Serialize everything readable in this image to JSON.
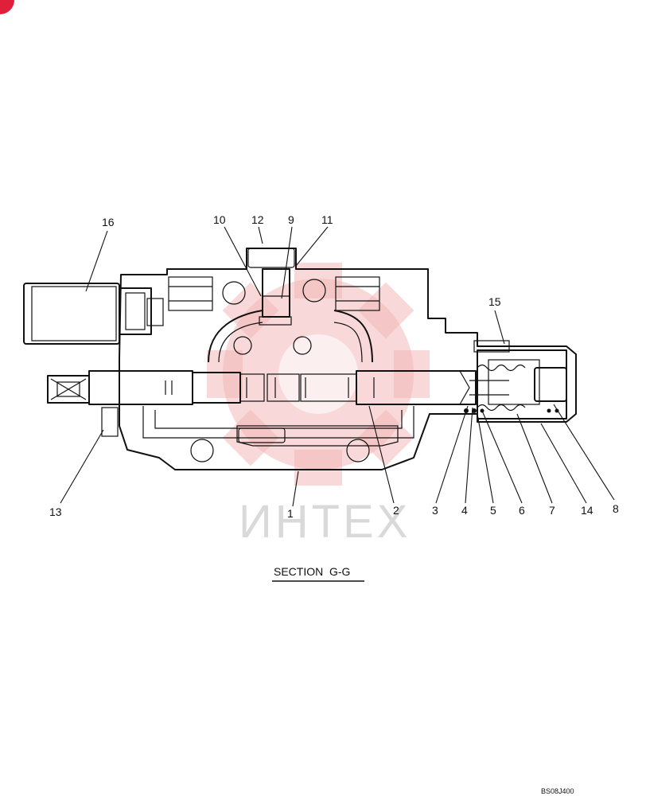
{
  "title": "SECTION  G-G",
  "drawing_code": "BS08J400",
  "watermark": "ИНТЕХ",
  "colors": {
    "line": "#111111",
    "watermark_gear": "#f2b8b8",
    "watermark_text": "#d9d9d9",
    "corner_mark": "#e0203a"
  },
  "callouts": [
    {
      "id": "c1",
      "label": "1"
    },
    {
      "id": "c2",
      "label": "2"
    },
    {
      "id": "c3",
      "label": "3"
    },
    {
      "id": "c4",
      "label": "4"
    },
    {
      "id": "c5",
      "label": "5"
    },
    {
      "id": "c6",
      "label": "6"
    },
    {
      "id": "c7",
      "label": "7"
    },
    {
      "id": "c8",
      "label": "8"
    },
    {
      "id": "c9",
      "label": "9"
    },
    {
      "id": "c10",
      "label": "10"
    },
    {
      "id": "c11",
      "label": "11"
    },
    {
      "id": "c12",
      "label": "12"
    },
    {
      "id": "c13",
      "label": "13"
    },
    {
      "id": "c14",
      "label": "14"
    },
    {
      "id": "c15",
      "label": "15"
    },
    {
      "id": "c16",
      "label": "16"
    }
  ]
}
